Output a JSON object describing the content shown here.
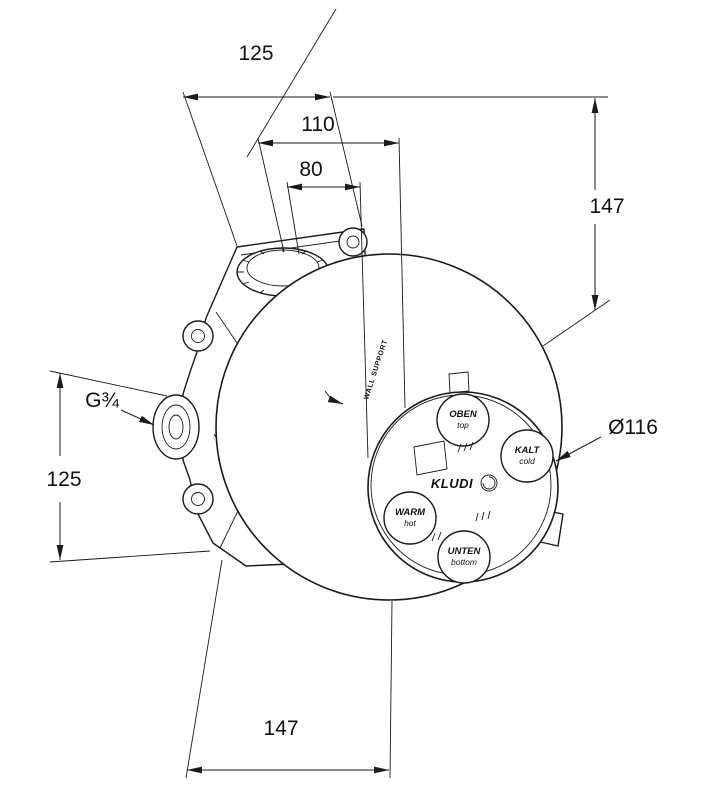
{
  "meta": {
    "type": "technical-drawing",
    "subject": "concealed valve rough-in body with round sealing flange"
  },
  "dimensions": {
    "top_width": "125",
    "upper_width": "110",
    "inner_width": "80",
    "right_height": "147",
    "left_height": "125",
    "bottom_width": "147",
    "thread_label": "G¾",
    "diameter_label": "Ø116"
  },
  "faceplate": {
    "brand": "KLUDI",
    "wall_text": "WALL SUPPORT",
    "ports": {
      "top": {
        "de": "OBEN",
        "en": "top"
      },
      "right": {
        "de": "KALT",
        "en": "cold"
      },
      "left": {
        "de": "WARM",
        "en": "hot"
      },
      "bottom": {
        "de": "UNTEN",
        "en": "bottom"
      }
    }
  },
  "colors": {
    "line": "#1a1a1a",
    "background": "#ffffff"
  }
}
